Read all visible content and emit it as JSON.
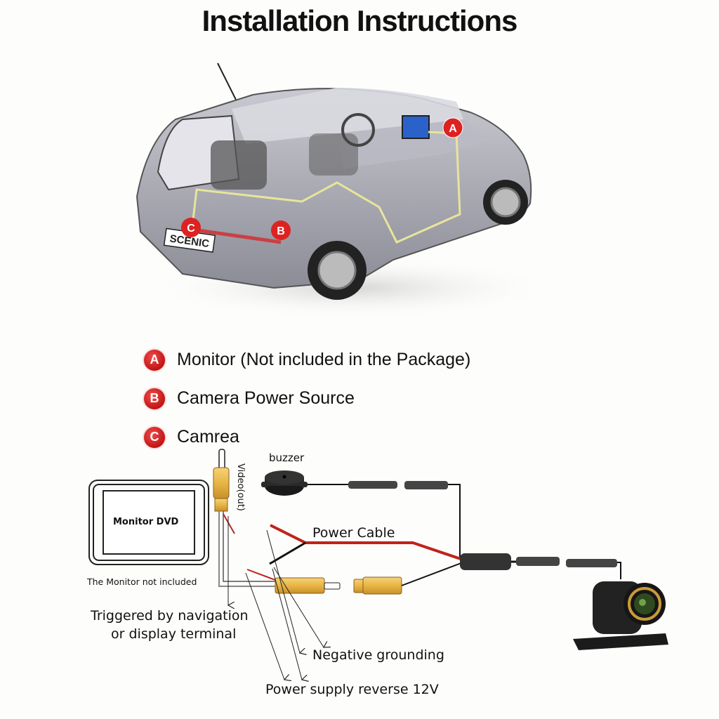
{
  "title": "Installation Instructions",
  "car": {
    "plate": "SCENIC",
    "markers": [
      "A",
      "B",
      "C"
    ]
  },
  "legend": [
    {
      "key": "A",
      "label": "Monitor (Not included in the Package)"
    },
    {
      "key": "B",
      "label": "Camera Power Source"
    },
    {
      "key": "C",
      "label": "Camrea"
    }
  ],
  "wiring": {
    "monitor_label": "Monitor DVD",
    "monitor_note": "The  Monitor not included",
    "video_out": "Video(out)",
    "buzzer": "buzzer",
    "power_cable": "Power Cable",
    "triggered_line1": "Triggered by navigation",
    "triggered_line2": "or display terminal",
    "negative_grounding": "Negative grounding",
    "power_supply": "Power supply reverse 12V"
  },
  "colors": {
    "badge_red": "#c11515",
    "wire_red": "#c0231b",
    "rca_gold": "#e7b545",
    "route_yellow": "#e8e49a",
    "monitor_screen": "#2a62c9"
  }
}
